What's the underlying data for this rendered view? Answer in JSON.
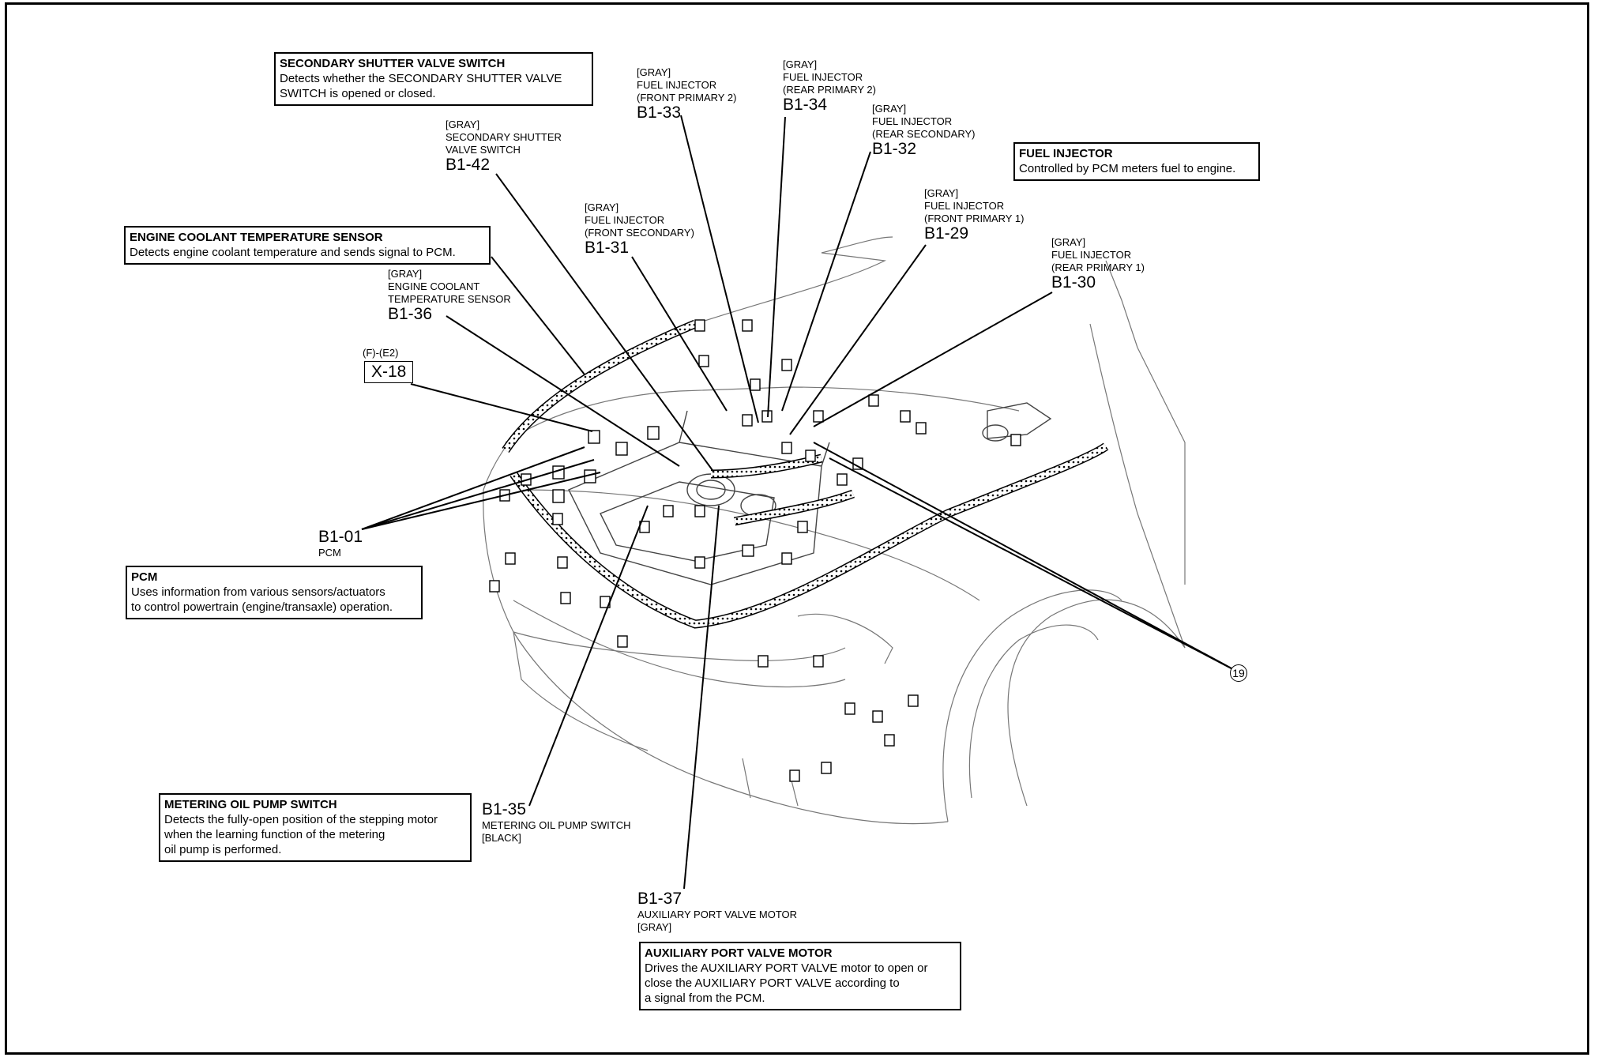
{
  "boxes": {
    "secondary_shutter": {
      "title": "SECONDARY SHUTTER VALVE SWITCH",
      "desc": "Detects whether the SECONDARY SHUTTER VALVE\nSWITCH is opened or closed."
    },
    "fuel_injector": {
      "title": "FUEL INJECTOR",
      "desc": "Controlled by PCM meters fuel to engine."
    },
    "ect_sensor": {
      "title": "ENGINE COOLANT TEMPERATURE SENSOR",
      "desc": "Detects engine coolant temperature and sends signal to PCM."
    },
    "pcm": {
      "title": "PCM",
      "desc": "Uses information from various sensors/actuators\nto control powertrain (engine/transaxle) operation."
    },
    "metering_oil": {
      "title": "METERING OIL PUMP SWITCH",
      "desc": "Detects the fully-open position of the stepping motor\nwhen the learning function of the metering\noil pump is performed."
    },
    "aux_port": {
      "title": "AUXILIARY PORT VALVE MOTOR",
      "desc": "Drives the AUXILIARY PORT VALVE motor to open or\nclose the AUXILIARY PORT VALVE according to\na signal from the PCM."
    }
  },
  "connectors": {
    "b1_33": {
      "label": "[GRAY]\nFUEL INJECTOR\n(FRONT PRIMARY 2)",
      "code": "B1-33"
    },
    "b1_34": {
      "label": "[GRAY]\nFUEL INJECTOR\n(REAR PRIMARY 2)",
      "code": "B1-34"
    },
    "b1_32": {
      "label": "[GRAY]\nFUEL INJECTOR\n(REAR SECONDARY)",
      "code": "B1-32"
    },
    "b1_42": {
      "label": "[GRAY]\nSECONDARY SHUTTER\nVALVE SWITCH",
      "code": "B1-42"
    },
    "b1_31": {
      "label": "[GRAY]\nFUEL INJECTOR\n(FRONT SECONDARY)",
      "code": "B1-31"
    },
    "b1_29": {
      "label": "[GRAY]\nFUEL INJECTOR\n(FRONT PRIMARY 1)",
      "code": "B1-29"
    },
    "b1_30": {
      "label": "[GRAY]\nFUEL INJECTOR\n(REAR PRIMARY 1)",
      "code": "B1-30"
    },
    "b1_36": {
      "label": "[GRAY]\nENGINE COOLANT\nTEMPERATURE SENSOR",
      "code": "B1-36"
    },
    "x_18": {
      "ref": "(F)-(E2)",
      "code": "X-18"
    },
    "b1_01": {
      "code": "B1-01",
      "label": "PCM"
    },
    "b1_35": {
      "code": "B1-35",
      "label": "METERING OIL PUMP SWITCH\n[BLACK]"
    },
    "b1_37": {
      "code": "B1-37",
      "label": "AUXILIARY PORT VALVE MOTOR\n[GRAY]"
    },
    "c19": {
      "code": "19"
    }
  }
}
